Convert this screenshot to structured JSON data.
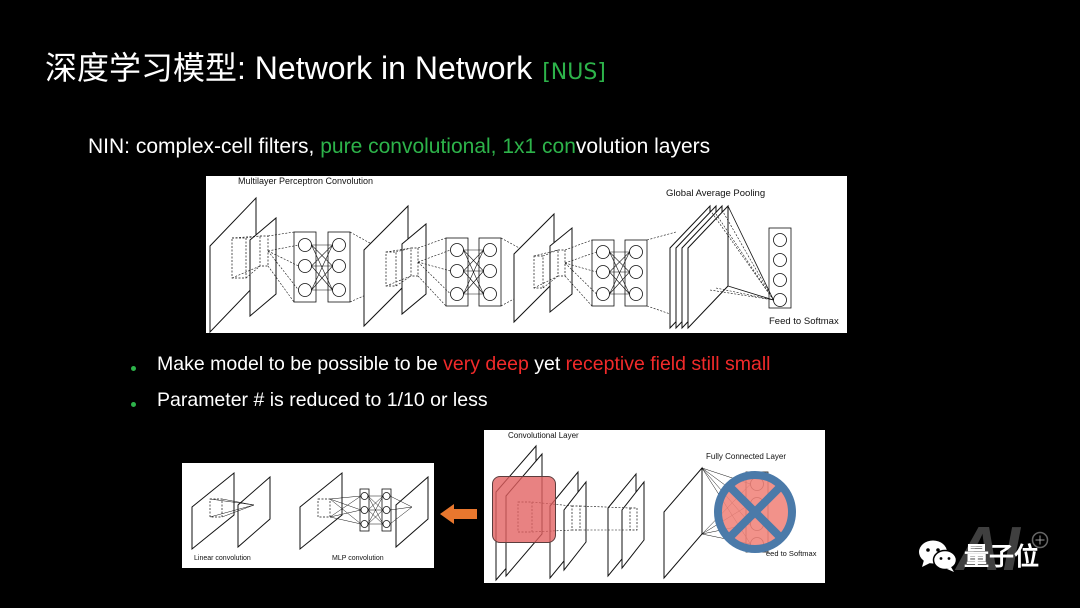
{
  "colors": {
    "background": "#000000",
    "text": "#ffffff",
    "accent_green": "#2db34a",
    "highlight_red": "#f12a2a",
    "arrow_orange": "#e8772e",
    "cross_blue": "#4b7aa9",
    "cross_fill": "#f0837a"
  },
  "title": {
    "main": "深度学习模型: Network in Network",
    "tag": "[NUS]"
  },
  "subtitle": {
    "part1": "NIN: complex-cell filters, ",
    "part2_green": "pure convolutional, 1x1 con",
    "part3": "volution layers"
  },
  "bullets": [
    {
      "a": "Make model to be possible to be ",
      "b_red": "very deep",
      "c": " yet ",
      "d_red": "receptive field still small"
    },
    {
      "a": "Parameter # is reduced to 1/10 or less"
    }
  ],
  "figures": {
    "nin_architecture": {
      "label_mlpconv": "Multilayer Perceptron Convolution",
      "label_gap": "Global Average Pooling",
      "label_softmax": "Feed to Softmax"
    },
    "conv_comparison": {
      "label_linear": "Linear convolution",
      "label_mlp": "MLP convolution"
    },
    "cnn_architecture": {
      "label_conv": "Convolutional Layer",
      "label_fc": "Fully Connected Layer",
      "label_softmax": "eed to Softmax"
    }
  },
  "icons": {
    "arrow": "arrow-left-icon",
    "cross": "cross-circle-icon",
    "wechat": "wechat-icon",
    "plus": "plus-circle-icon"
  },
  "watermark": {
    "brand": "量子位",
    "logo_text": "AI"
  }
}
